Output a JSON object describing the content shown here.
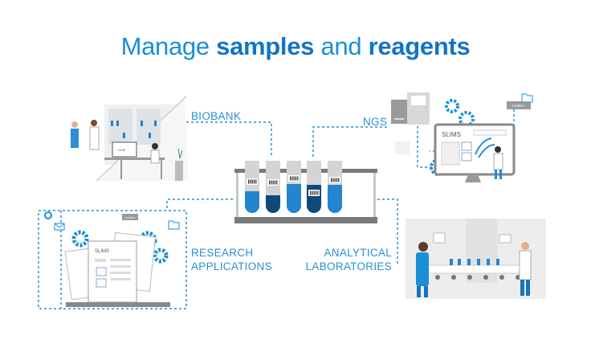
{
  "title": {
    "prefix": "Manage",
    "bold1": "samples",
    "middle": "and",
    "bold2": "reagents"
  },
  "labels": {
    "biobank": "BIOBANK",
    "ngs": "NGS",
    "research_line1": "RESEARCH",
    "research_line2": "APPLICATIONS",
    "analytical_line1": "ANALYTICAL",
    "analytical_line2": "LABORATORIES"
  },
  "screens": {
    "ngs_monitor": "SLIMS",
    "research_laptop": "SLIMS",
    "biobank_screen": "LIMS"
  },
  "tags": {
    "node": "<node/>"
  },
  "colors": {
    "primary": "#1a8fd6",
    "dark_blue": "#0d4a7a",
    "tube_blue": "#2384d0",
    "gray": "#c8c8c8",
    "rack": "#7a7a7a"
  }
}
